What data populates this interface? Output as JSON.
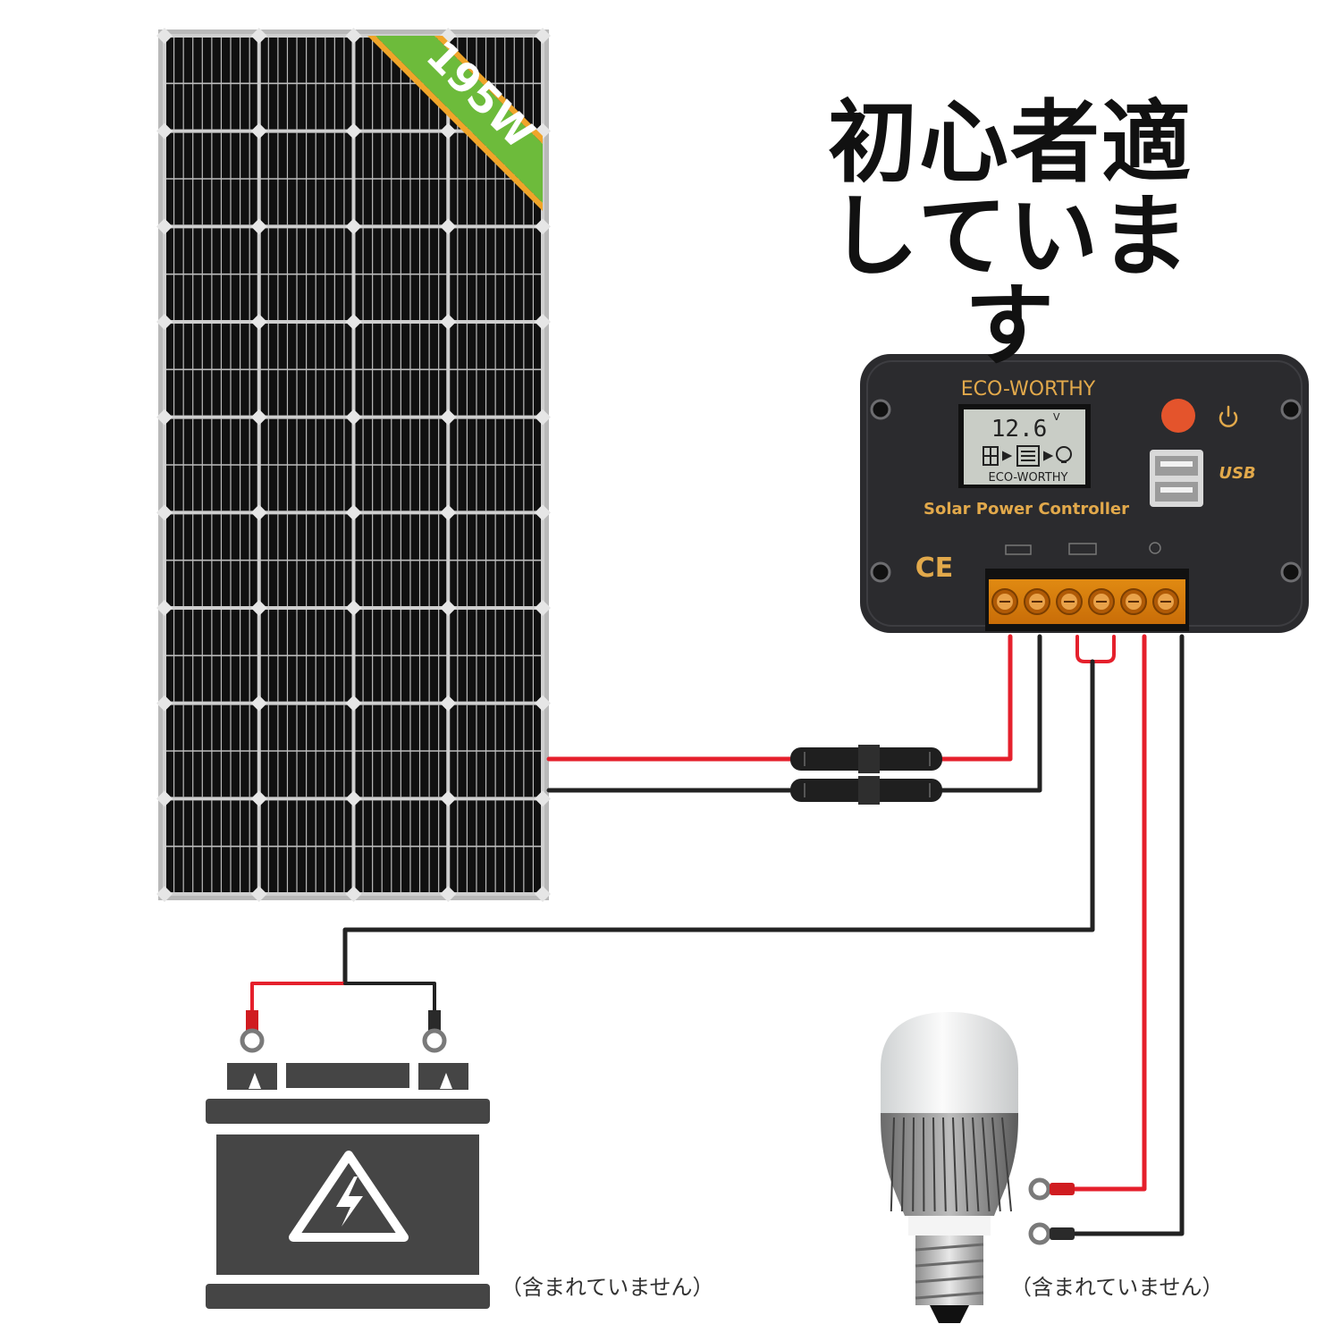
{
  "headline": {
    "line1": "初心者適",
    "line2": "しています"
  },
  "panel": {
    "power_badge": "195W"
  },
  "controller": {
    "brand": "ECO-WORTHY",
    "lcd_voltage": "12.6",
    "lcd_unit": "V",
    "lcd_brand": "ECO-WORTHY",
    "product_label": "Solar Power Controller",
    "ce_mark": "CE",
    "usb_label": "USB"
  },
  "notes": {
    "battery": "（含まれていません）",
    "bulb": "（含まれていません）"
  },
  "colors": {
    "wire_red": "#e5202c",
    "wire_black": "#222222",
    "panel_cell": "#101010",
    "panel_frame": "#b9b9b9",
    "controller_body": "#2b2b2e",
    "controller_text": "#e2a94b",
    "badge_green": "#6dbb3b",
    "battery_gray": "#454545"
  }
}
